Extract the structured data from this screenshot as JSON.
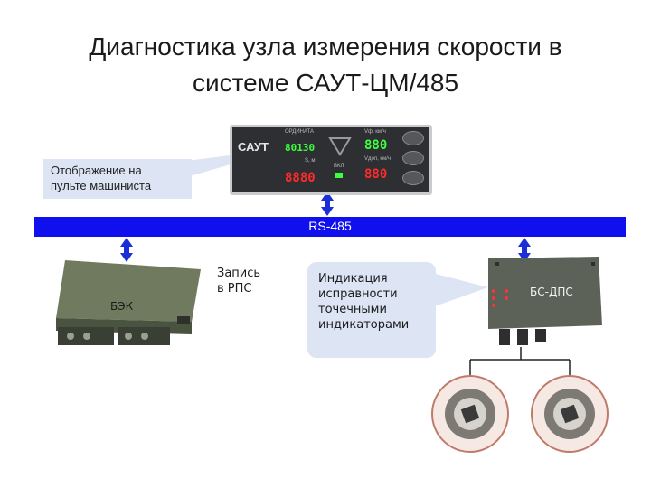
{
  "title": {
    "line1": "Диагностика узла измерения скорости в",
    "line2": "системе САУТ-ЦМ/485"
  },
  "callout_display": {
    "line1": "Отображение на",
    "line2": "пульте машиниста"
  },
  "bus": {
    "label": "RS-485"
  },
  "panel": {
    "logo": "САУТ",
    "ordinate_label": "ОРДИНАТА",
    "ordinate_value": "80130",
    "s_label": "S, м",
    "s_value": "8880",
    "vf_label": "Vф, км/ч",
    "vf_value": "880",
    "vdop_label": "Vдоп, км/ч",
    "vdop_value": "880",
    "vkl_label": "ВКЛ"
  },
  "bek": {
    "label": "БЭК"
  },
  "record": {
    "line1": "Запись",
    "line2": "в РПС"
  },
  "indication": {
    "line1": "Индикация",
    "line2": "исправности",
    "line3": "точечными",
    "line4": "индикаторами"
  },
  "bs_dps": {
    "label": "БС-ДПС"
  },
  "colors": {
    "bus": "#1010ee",
    "callout_fill": "#dde4f4",
    "connector": "#1a2fd6",
    "digit_green": "#3dff3d",
    "digit_red": "#ff2a2a",
    "digit_dim": "#402020"
  }
}
